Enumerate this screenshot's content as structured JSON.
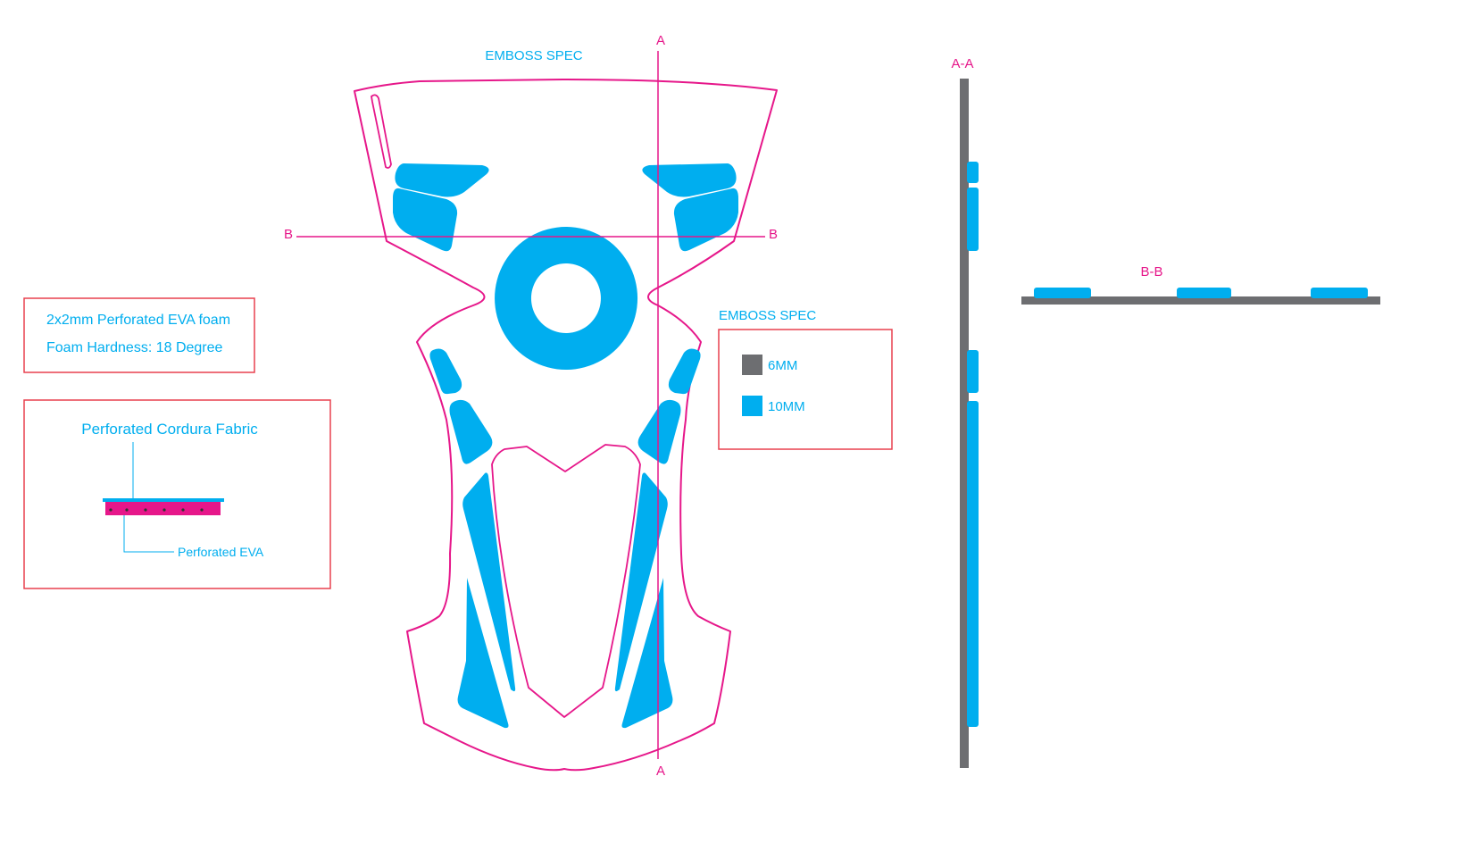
{
  "colors": {
    "outline": "#e6178a",
    "emboss_10mm": "#00aeef",
    "emboss_6mm": "#6d6e71",
    "label_blue": "#00aeef",
    "label_magenta": "#e6178a",
    "note_box": "#e8404f"
  },
  "plan": {
    "title": "EMBOSS SPEC",
    "section_a_top": "A",
    "section_a_bottom": "A",
    "section_b_left": "B",
    "section_b_right": "B"
  },
  "legend": {
    "title": "EMBOSS SPEC",
    "items": [
      {
        "label": "6MM",
        "color_key": "emboss_6mm"
      },
      {
        "label": "10MM",
        "color_key": "emboss_10mm"
      }
    ]
  },
  "material_note": {
    "line1": "2x2mm Perforated EVA foam",
    "line2": "Foam Hardness: 18 Degree"
  },
  "layer_detail": {
    "top_label": "Perforated Cordura Fabric",
    "bottom_label": "Perforated EVA"
  },
  "section_aa": {
    "title": "A-A"
  },
  "section_bb": {
    "title": "B-B"
  }
}
